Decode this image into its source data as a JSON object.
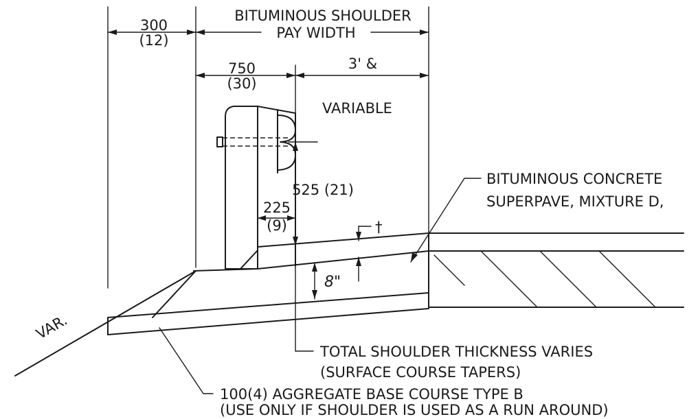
{
  "dimensions": {
    "d300": "300",
    "d12": "(12)",
    "pay_width_line1": "BITUMINOUS SHOULDER",
    "pay_width_line2": "PAY WIDTH",
    "d750": "750",
    "d30": "(30)",
    "d3ft": "3' &",
    "variable": "VARIABLE",
    "d525": "525 (21)",
    "d225": "225",
    "d9": "(9)",
    "dagger": "†",
    "eight_in": "8\"",
    "var": "VAR."
  },
  "callouts": {
    "surface_line1": "BITUMINOUS CONCRETE",
    "surface_line2": "SUPERPAVE, MIXTURE D,",
    "thickness_line1": "TOTAL SHOULDER THICKNESS VARIES",
    "thickness_line2": "(SURFACE COURSE TAPERS)",
    "base_line1": "100(4) AGGREGATE BASE COURSE TYPE B",
    "base_line2": "(USE ONLY IF SHOULDER IS USED AS A RUN AROUND)"
  }
}
